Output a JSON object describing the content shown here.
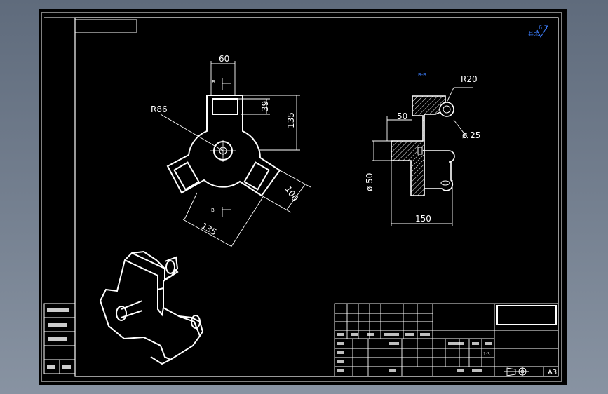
{
  "drawing": {
    "surface_symbol": "6.3",
    "surface_prefix": "其余",
    "section_label": "B-B",
    "cut_mark": "B",
    "plan_view": {
      "dim_width": "60",
      "dim_height_small": "39",
      "dim_height": "135",
      "radius": "R86",
      "dim_diag_small": "100",
      "dim_diag": "135"
    },
    "section_view": {
      "radius": "R20",
      "hole_diameter": "ø 25",
      "dim_50": "50",
      "shaft_diameter": "ø 50",
      "dim_150": "150"
    }
  },
  "title_block": {
    "scale": "1:3",
    "sheet_size": "A3"
  },
  "colors": {
    "sheet": "#000000",
    "line": "#ffffff",
    "accent": "#3d7fff",
    "background": "#6b7686"
  }
}
